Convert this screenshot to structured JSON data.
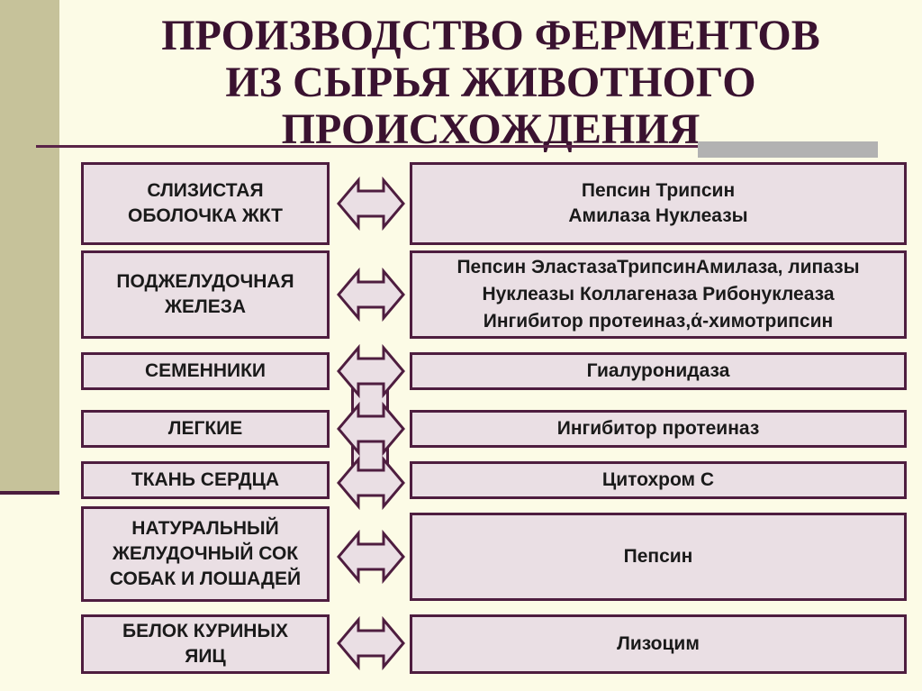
{
  "title": {
    "line1": "ПРОИЗВОДСТВО  ФЕРМЕНТОВ",
    "line2": "ИЗ СЫРЬЯ ЖИВОТНОГО",
    "line3": "ПРОИСХОЖДЕНИЯ"
  },
  "colors": {
    "background": "#fcfbe6",
    "box_fill": "#eadfe4",
    "box_border": "#4e1d3f",
    "accent_bar": "#c6c29a",
    "title_text": "#3a1230"
  },
  "rows": [
    {
      "source": "СЛИЗИСТАЯ\nОБОЛОЧКА  ЖКТ",
      "enzymes": "Пепсин Трипсин\nАмилаза Нуклеазы"
    },
    {
      "source": "ПОДЖЕЛУДОЧНАЯ\nЖЕЛЕЗА",
      "enzymes": "Пепсин ЭластазаТрипсинАмилаза, липазы\nНуклеазы Коллагеназа Рибонуклеаза\nИнгибитор протеиназ,ά-химотрипсин"
    },
    {
      "source": "СЕМЕННИКИ",
      "enzymes": "Гиалуронидаза"
    },
    {
      "source": "ЛЕГКИЕ",
      "enzymes": "Ингибитор протеиназ"
    },
    {
      "source": "ТКАНЬ СЕРДЦА",
      "enzymes": "Цитохром С"
    },
    {
      "source": "НАТУРАЛЬНЫЙ\nЖЕЛУДОЧНЫЙ СОК\nСОБАК И ЛОШАДЕЙ",
      "enzymes": "Пепсин"
    },
    {
      "source": "БЕЛОК КУРИНЫХ\nЯИЦ",
      "enzymes": "Лизоцим"
    }
  ]
}
